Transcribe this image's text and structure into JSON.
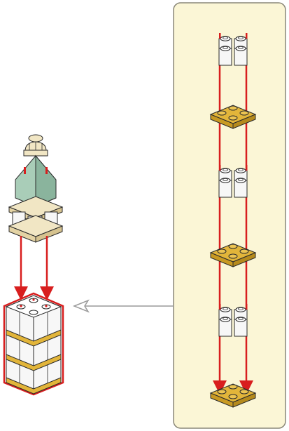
{
  "figure": {
    "kind": "building-instruction-step",
    "colors": {
      "panel_fill": "#fbf6d6",
      "panel_border": "#8a8778",
      "brick_white": "#f7f7f7",
      "brick_outline": "#2a2a2a",
      "plate_tan": "#e2b53a",
      "roof_green": "#a9cdb8",
      "roof_green_dark": "#8ab49d",
      "base_cream": "#f1e6c4",
      "guide_red": "#d81e1e",
      "callout_arrow": "#9a9a9a",
      "assembly_outline_red": "#d81e1e"
    },
    "left_section": {
      "top_part": "spire-on-green-roof-with-cream-base-and-white-round-bricks",
      "bottom_part": "three-layer-white-2x2-brick-tower-with-tan-plates",
      "guide_arrows": 2
    },
    "callout": {
      "points_to": "bottom-tower",
      "steps": [
        {
          "part": "white-1x1-brick-cluster",
          "icon": "white-brick-cluster-icon"
        },
        {
          "part": "tan-2x2-plate",
          "icon": "tan-plate-icon"
        },
        {
          "part": "white-1x1-brick-cluster",
          "icon": "white-brick-cluster-icon"
        },
        {
          "part": "tan-2x2-plate",
          "icon": "tan-plate-icon"
        },
        {
          "part": "white-1x1-brick-cluster",
          "icon": "white-brick-cluster-icon"
        },
        {
          "part": "tan-2x2-plate",
          "icon": "tan-plate-icon"
        }
      ]
    }
  }
}
